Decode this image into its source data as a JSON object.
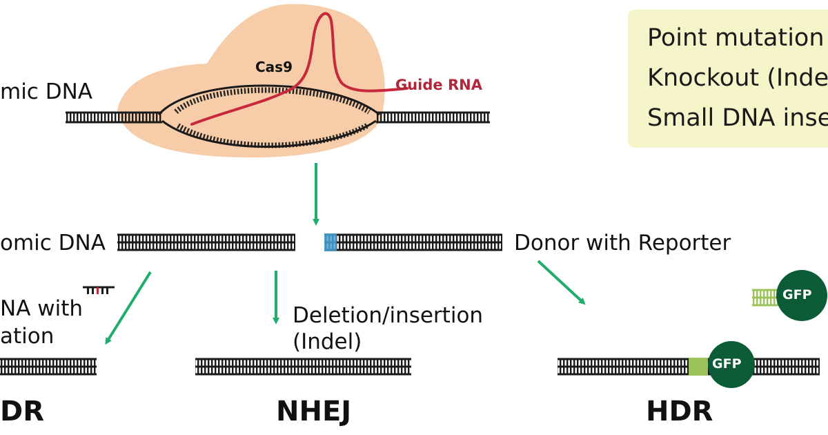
{
  "labels": {
    "genomic_top": "mic DNA",
    "cas9": "Cas9",
    "guide_rna": "Guide RNA",
    "genomic_mid": "omic DNA",
    "donor": "Donor with Reporter",
    "hdr_left_line1": "NA with",
    "hdr_left_line2": "ation",
    "indel_line1": "Deletion/insertion",
    "indel_line2": "(Indel)",
    "gfp_donor": "GFP",
    "gfp_result": "GFP"
  },
  "outcomes": {
    "left": "DR",
    "middle": "NHEJ",
    "right": "HDR"
  },
  "box": {
    "lines": [
      "Point mutation",
      "Knockout (Inde",
      "Small DNA inse"
    ]
  },
  "colors": {
    "cas9_blob": "#f6cda8",
    "guide_rna": "#c8283c",
    "arrow": "#1cae6a",
    "box_fill": "#f6f5c9",
    "gfp": "#0b5b36",
    "donor_homology": "#9cc35b",
    "cut_end": "#4aa3d8",
    "dna": "#1a1a1a"
  }
}
